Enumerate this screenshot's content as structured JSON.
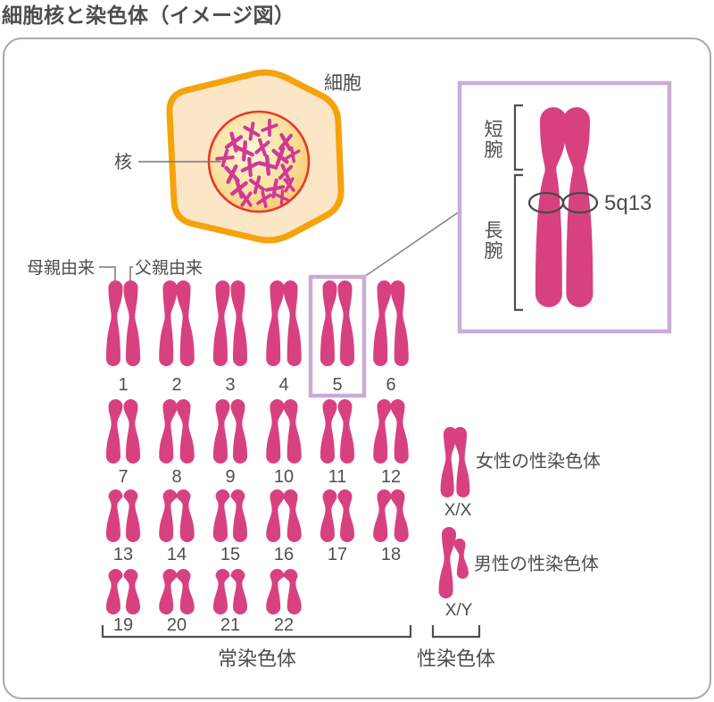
{
  "title": "細胞核と染色体（イメージ図）",
  "cell": {
    "label": "細胞",
    "nucleus_label": "核"
  },
  "karyotype": {
    "maternal_label": "母親由来",
    "paternal_label": "父親由来",
    "numbers": [
      "1",
      "2",
      "3",
      "4",
      "5",
      "6",
      "7",
      "8",
      "9",
      "10",
      "11",
      "12",
      "13",
      "14",
      "15",
      "16",
      "17",
      "18",
      "19",
      "20",
      "21",
      "22"
    ],
    "highlighted_number": "5"
  },
  "inset": {
    "short_arm_label": "短腕",
    "long_arm_label": "長腕",
    "locus_label": "5q13"
  },
  "sex_chromosomes": {
    "female_label": "女性の性染色体",
    "female_pair": "X/X",
    "male_label": "男性の性染色体",
    "male_pair": "X/Y"
  },
  "group_brackets": {
    "autosome_label": "常染色体",
    "sex_label": "性染色体"
  },
  "colors": {
    "title": "#942d90",
    "chromosome": "#d8417f",
    "nucleus_mini_chromosome": "#cf3a94",
    "highlight_box": "#cbabd6",
    "cell_outline": "#f5a30b",
    "cell_fill": "#fbe6c6",
    "nucleus_border": "#e8382b",
    "label_text": "#4d4d4d",
    "panel_border": "#aaaaaa"
  }
}
